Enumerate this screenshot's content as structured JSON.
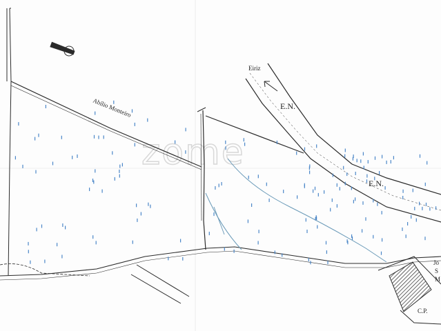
{
  "labels": {
    "owner": "Abílio Monteiro",
    "place": "Eiriz",
    "road1": "E.N.",
    "road2": "E.N.",
    "cp": "C.P.",
    "corner_a": "Jo",
    "corner_b": "S",
    "corner_c": "M"
  },
  "watermark": "zome",
  "colors": {
    "ink": "#2a2a2a",
    "water": "#6a9ab8",
    "spot": "#4a86c8",
    "watermark": "#d8d8d8"
  },
  "icons": {
    "north": "north-arrow-icon",
    "direction": "direction-arrow-icon"
  }
}
